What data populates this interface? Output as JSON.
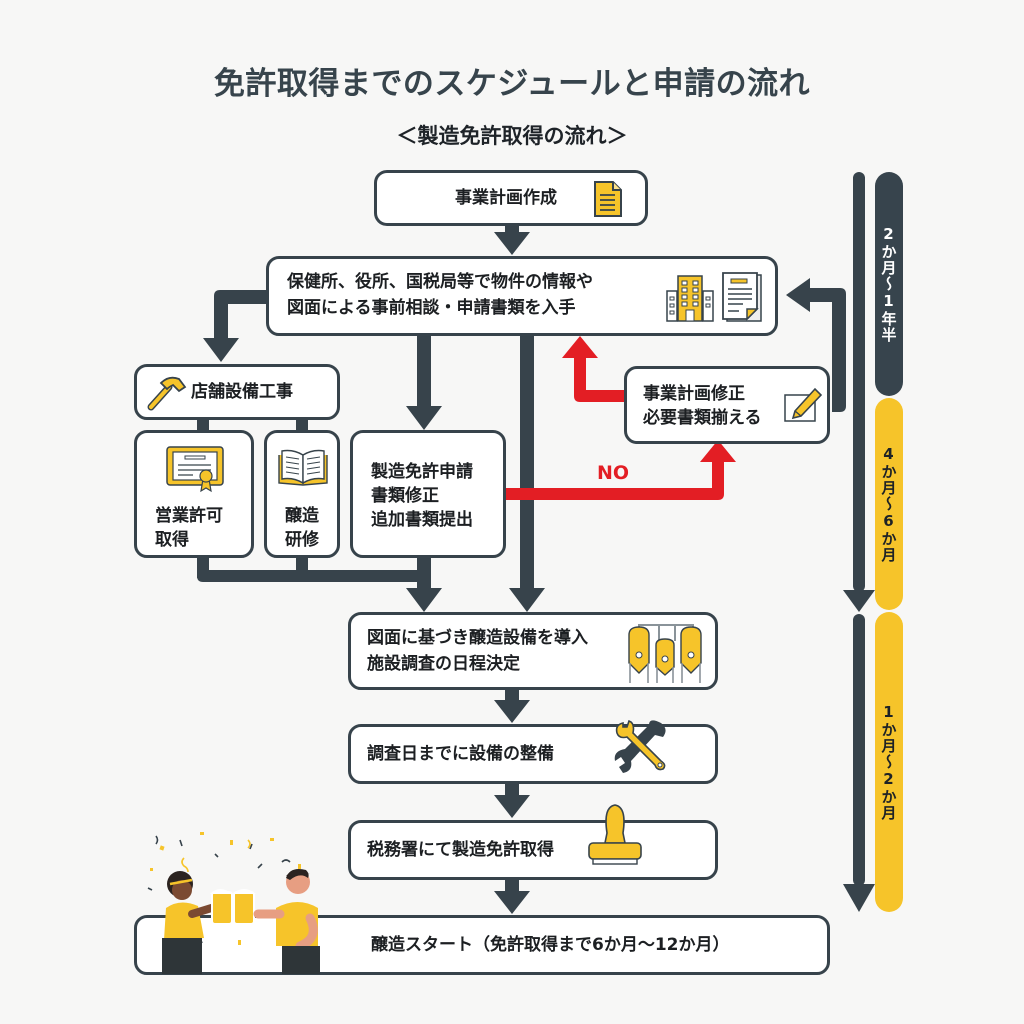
{
  "title": "免許取得までのスケジュールと申請の流れ",
  "subtitle": "＜製造免許取得の流れ＞",
  "colors": {
    "dark": "#37444d",
    "accent_yellow": "#f6c42a",
    "reject_red": "#e31e24",
    "box_fill": "#ffffff"
  },
  "steps": {
    "business_plan": {
      "label": "事業計画作成",
      "icon": "document-icon"
    },
    "consultation": {
      "line1": "保健所、役所、国税局等で物件の情報や",
      "line2": "図面による事前相談・申請書類を入手",
      "icons": [
        "office-building-icon",
        "paper-documents-icon"
      ]
    },
    "store_construction": {
      "label": "店舗設備工事",
      "icon": "hammer-icon"
    },
    "business_permit": {
      "line1": "営業許可",
      "line2": "取得",
      "icon": "certificate-icon"
    },
    "brewing_training": {
      "line1": "醸造",
      "line2": "研修",
      "icon": "open-book-icon"
    },
    "license_application": {
      "line1": "製造免許申請",
      "line2": "書類修正",
      "line3": "追加書類提出"
    },
    "plan_revision": {
      "line1": "事業計画修正",
      "line2": "必要書類揃える",
      "icon": "pencil-edit-icon"
    },
    "equipment_install": {
      "line1": "図面に基づき醸造設備を導入",
      "line2": "施設調査の日程決定",
      "icon": "brewing-tanks-icon"
    },
    "equipment_prep": {
      "label": "調査日までに設備の整備",
      "icon": "wrench-screwdriver-icon"
    },
    "license_obtained": {
      "label": "税務署にて製造免許取得",
      "icon": "stamp-icon"
    },
    "brewing_start": {
      "label": "醸造スタート（免許取得まで6か月〜12か月）",
      "illustration": "celebrating-people-cheers-illustration"
    }
  },
  "no_label": "NO",
  "timeline": [
    {
      "label": "2か月〜1年半",
      "style": "dark"
    },
    {
      "label": "4か月〜6か月",
      "style": "yellow"
    },
    {
      "label": "1か月〜2か月",
      "style": "yellow"
    }
  ]
}
